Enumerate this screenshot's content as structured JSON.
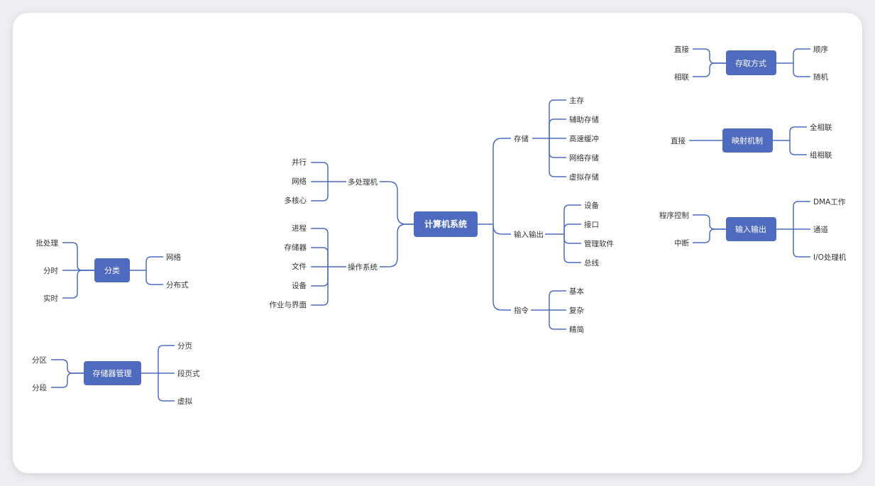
{
  "colors": {
    "node": "#4f6bc0",
    "line": "#4f6bc0",
    "text": "#333333",
    "card": "#ffffff"
  },
  "root": {
    "label": "计算机系统"
  },
  "left": {
    "multiproc": {
      "label": "多处理机",
      "children": [
        "并行",
        "网络",
        "多核心"
      ]
    },
    "os": {
      "label": "操作系统",
      "children": [
        "进程",
        "存储器",
        "文件",
        "设备",
        "作业与界面"
      ]
    }
  },
  "right": {
    "storage": {
      "label": "存储",
      "children": [
        "主存",
        "辅助存储",
        "高速缓冲",
        "网络存储",
        "虚拟存储"
      ]
    },
    "io": {
      "label": "输入输出",
      "children": [
        "设备",
        "接口",
        "管理软件",
        "总线"
      ]
    },
    "instr": {
      "label": "指令",
      "children": [
        "基本",
        "复杂",
        "精简"
      ]
    }
  },
  "classify": {
    "label": "分类",
    "left": [
      "批处理",
      "分时",
      "实时"
    ],
    "right": [
      "网络",
      "分布式"
    ]
  },
  "memmgr": {
    "label": "存储器管理",
    "left": [
      "分区",
      "分段"
    ],
    "right": [
      "分页",
      "段页式",
      "虚拟"
    ]
  },
  "access": {
    "label": "存取方式",
    "left": [
      "直接",
      "相联"
    ],
    "right": [
      "顺序",
      "随机"
    ]
  },
  "mapping": {
    "label": "映射机制",
    "left": [
      "直接"
    ],
    "right": [
      "全相联",
      "组相联"
    ]
  },
  "iotopic": {
    "label": "输入输出",
    "left": [
      "程序控制",
      "中断"
    ],
    "right": [
      "DMA工作",
      "通道",
      "I/O处理机"
    ]
  }
}
